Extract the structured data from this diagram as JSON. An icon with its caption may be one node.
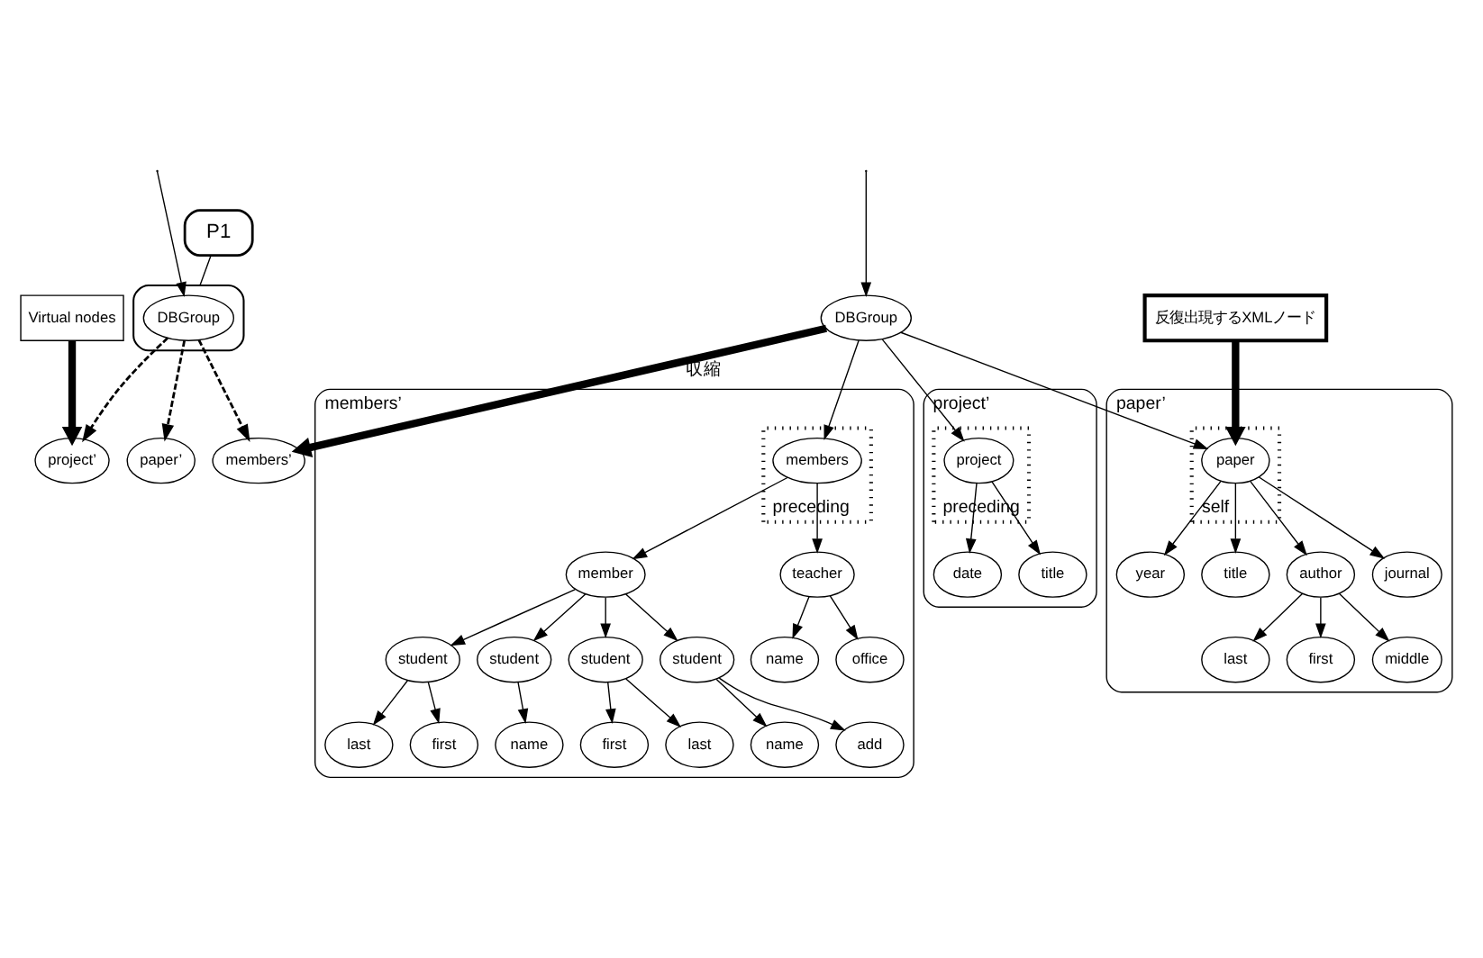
{
  "diagram": {
    "nodes": [
      {
        "text": [
          "P1"
        ]
      },
      {
        "text": [],
        "shape": "cloud"
      },
      {
        "text": [
          "DBGroup"
        ],
        "in": 1
      },
      {
        "text": [
          "project’"
        ]
      },
      {
        "text": [
          "members’"
        ]
      },
      {
        "text": [
          "paper’"
        ]
      },
      {
        "text": [
          "Virtual nodes"
        ]
      },
      {
        "text": [
          "DBGroup"
        ]
      },
      {
        "text": [
          "project’"
        ]
      },
      {
        "text": [
          "preceding"
        ],
        "in": 8
      },
      {
        "text": [
          "project"
        ],
        "in": 9
      },
      {
        "text": [
          "date"
        ],
        "in": 8
      },
      {
        "text": [
          "title"
        ],
        "in": 8
      },
      {
        "text": [
          "members’"
        ]
      },
      {
        "text": [
          "preceding"
        ],
        "in": 13
      },
      {
        "text": [
          "members"
        ],
        "in": 14
      },
      {
        "text": [
          "member"
        ],
        "in": 13
      },
      {
        "text": [
          "teacher"
        ],
        "in": 13
      },
      {
        "text": [
          "student"
        ],
        "in": 13
      },
      {
        "text": [
          "student"
        ],
        "in": 13
      },
      {
        "text": [
          "student"
        ],
        "in": 13
      },
      {
        "text": [
          "student"
        ],
        "in": 13
      },
      {
        "text": [
          "last"
        ],
        "in": 13
      },
      {
        "text": [
          "first"
        ],
        "in": 13
      },
      {
        "text": [
          "name"
        ],
        "in": 13
      },
      {
        "text": [
          "first"
        ],
        "in": 13
      },
      {
        "text": [
          "last"
        ],
        "in": 13
      },
      {
        "text": [
          "name"
        ],
        "in": 13
      },
      {
        "text": [
          "add"
        ],
        "in": 13
      },
      {
        "text": [
          "name"
        ],
        "in": 13
      },
      {
        "text": [
          "office"
        ],
        "in": 13
      },
      {
        "text": [
          "paper’"
        ]
      },
      {
        "text": [
          "self"
        ],
        "in": 31
      },
      {
        "text": [
          "paper"
        ],
        "in": 32
      },
      {
        "text": [
          "year"
        ],
        "in": 31
      },
      {
        "text": [
          "title"
        ],
        "in": 31
      },
      {
        "text": [
          "author"
        ],
        "in": 31
      },
      {
        "text": [
          "journal"
        ],
        "in": 31
      },
      {
        "text": [
          "last"
        ],
        "in": 31
      },
      {
        "text": [
          "first"
        ],
        "in": 31
      },
      {
        "text": [
          "middle"
        ],
        "in": 31
      },
      {
        "text": [
          "反復出現するXMLノード"
        ]
      }
    ],
    "edges": [
      {
        "from": null,
        "to": 2,
        "arrow": "to"
      },
      {
        "from": 0,
        "to": 1,
        "arrow": "none"
      },
      {
        "from": 2,
        "to": 3,
        "arrow": "to",
        "style": "dashed"
      },
      {
        "from": 2,
        "to": 4,
        "arrow": "to",
        "style": "dashed"
      },
      {
        "from": 2,
        "to": 5,
        "arrow": "to",
        "style": "dashed"
      },
      {
        "from": 6,
        "to": 3,
        "arrow": "to",
        "style": "thick"
      },
      {
        "from": 7,
        "to": 4,
        "arrow": "to",
        "label": "収縮",
        "style": "thick"
      },
      {
        "from": null,
        "to": 7,
        "arrow": "to"
      },
      {
        "from": 7,
        "to": 10,
        "arrow": "to"
      },
      {
        "from": 7,
        "to": 15,
        "arrow": "to"
      },
      {
        "from": 7,
        "to": 33,
        "arrow": "to"
      },
      {
        "from": 10,
        "to": 11,
        "arrow": "to"
      },
      {
        "from": 10,
        "to": 12,
        "arrow": "to"
      },
      {
        "from": 15,
        "to": 16,
        "arrow": "to"
      },
      {
        "from": 15,
        "to": 17,
        "arrow": "to"
      },
      {
        "from": 16,
        "to": 18,
        "arrow": "to"
      },
      {
        "from": 16,
        "to": 19,
        "arrow": "to"
      },
      {
        "from": 16,
        "to": 20,
        "arrow": "to"
      },
      {
        "from": 16,
        "to": 21,
        "arrow": "to"
      },
      {
        "from": 18,
        "to": 22,
        "arrow": "to"
      },
      {
        "from": 18,
        "to": 23,
        "arrow": "to"
      },
      {
        "from": 19,
        "to": 24,
        "arrow": "to"
      },
      {
        "from": 20,
        "to": 25,
        "arrow": "to"
      },
      {
        "from": 20,
        "to": 26,
        "arrow": "to"
      },
      {
        "from": 21,
        "to": 27,
        "arrow": "to"
      },
      {
        "from": 21,
        "to": 28,
        "arrow": "to"
      },
      {
        "from": 17,
        "to": 29,
        "arrow": "to"
      },
      {
        "from": 17,
        "to": 30,
        "arrow": "to"
      },
      {
        "from": 33,
        "to": 34,
        "arrow": "to"
      },
      {
        "from": 33,
        "to": 35,
        "arrow": "to"
      },
      {
        "from": 33,
        "to": 36,
        "arrow": "to"
      },
      {
        "from": 33,
        "to": 37,
        "arrow": "to"
      },
      {
        "from": 36,
        "to": 38,
        "arrow": "to"
      },
      {
        "from": 36,
        "to": 39,
        "arrow": "to"
      },
      {
        "from": 36,
        "to": 40,
        "arrow": "to"
      },
      {
        "from": 41,
        "to": 33,
        "arrow": "to",
        "style": "thick"
      }
    ]
  }
}
